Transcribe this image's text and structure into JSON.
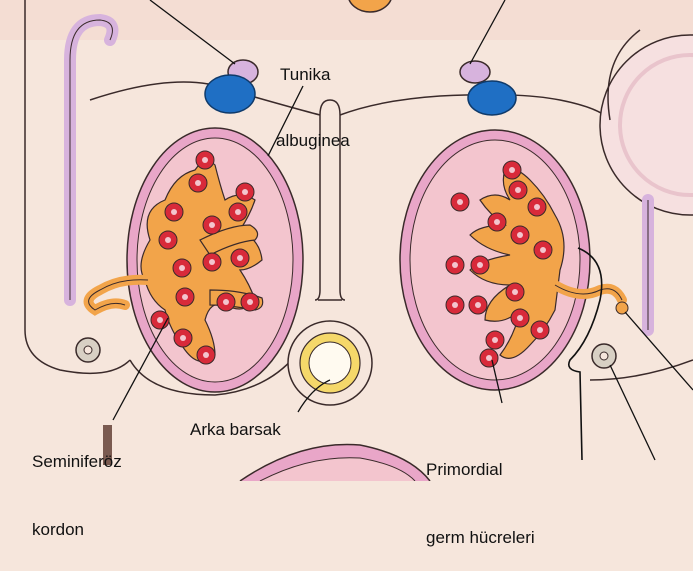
{
  "labels": {
    "tunika_line1": "Tunika",
    "tunika_line2": "albuginea",
    "seminiferoz_line1": "Seminiferöz",
    "seminiferoz_line2": "kordon",
    "arka_barsak": "Arka barsak",
    "primordial_line1": "Primordial",
    "primordial_line2": "germ hücreleri"
  },
  "colors": {
    "background": "#f6e6dc",
    "tissue_pink": "#f3c5ce",
    "capsule_pink": "#e9a6c8",
    "cord_orange": "#f2a44a",
    "cord_orange_dark": "#e88a2a",
    "germ_cell_red": "#d82a3a",
    "vessel_blue": "#1f6fc4",
    "lavender": "#d7b3dd",
    "gut_yellow": "#f5d86a",
    "outline": "#3a2a2a"
  }
}
